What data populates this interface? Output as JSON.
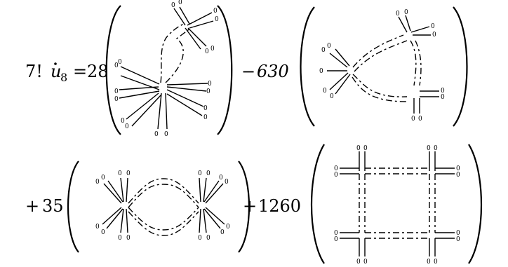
{
  "equation": {
    "lhs_factorial": "7!",
    "lhs_symbol": "u",
    "lhs_subscript": "8",
    "equals": "=",
    "coef1": "28",
    "op2": "−",
    "coef2": "630",
    "op3": "+",
    "coef3": "35",
    "op4": "+",
    "coef4": "1260"
  },
  "leg_label": "0"
}
